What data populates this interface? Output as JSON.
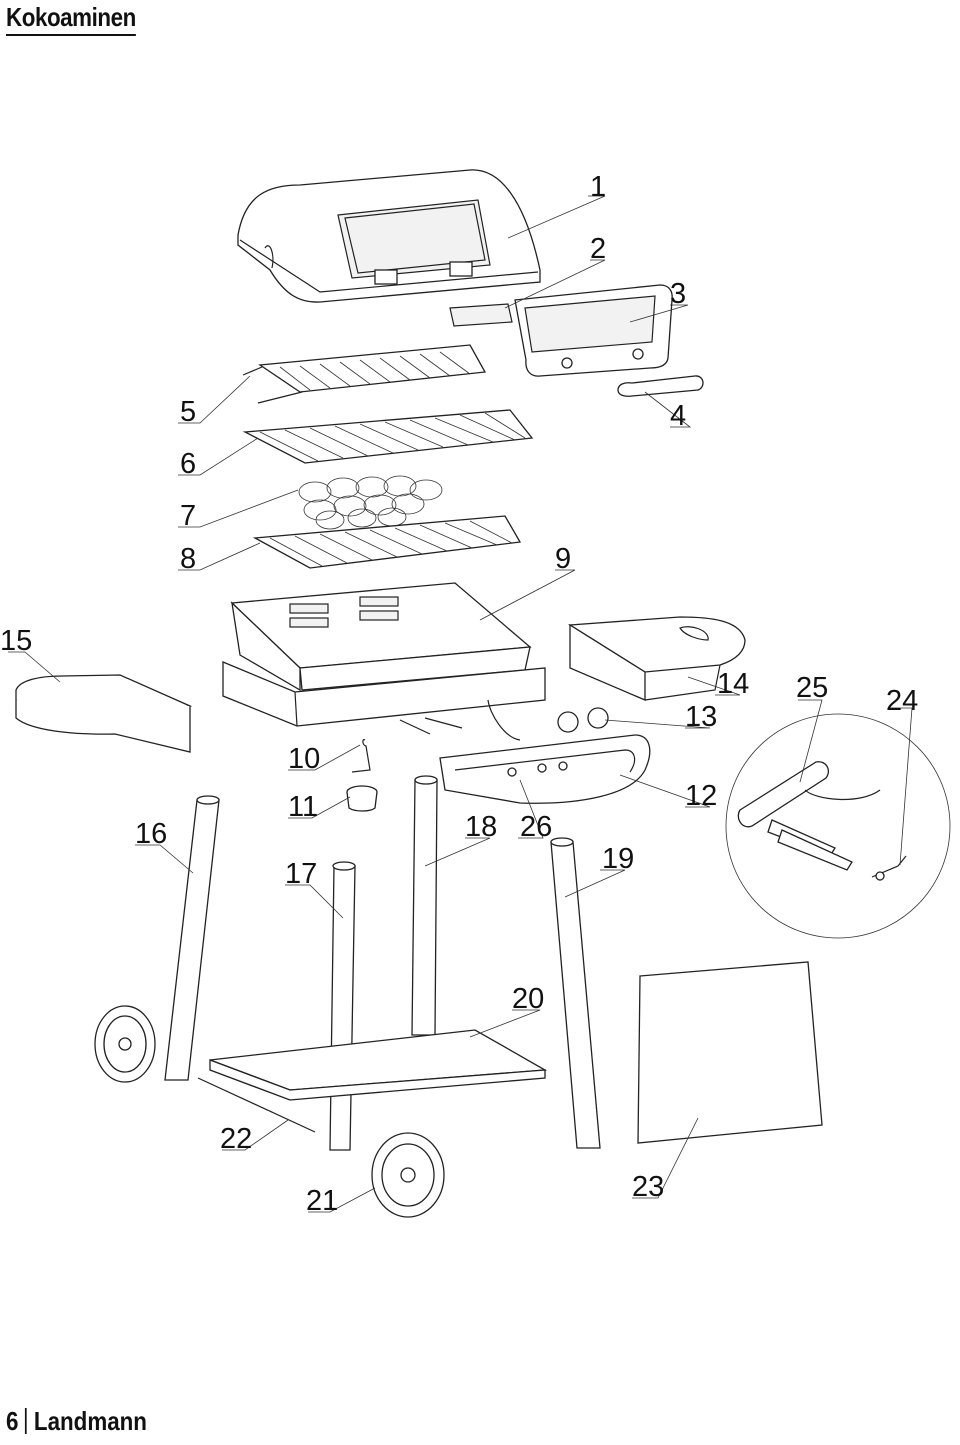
{
  "page": {
    "title": "Kokoaminen",
    "page_number": "6",
    "brand": "Landmann"
  },
  "callouts": [
    {
      "id": "c1",
      "label": "1"
    },
    {
      "id": "c2",
      "label": "2"
    },
    {
      "id": "c3",
      "label": "3"
    },
    {
      "id": "c4",
      "label": "4"
    },
    {
      "id": "c5",
      "label": "5"
    },
    {
      "id": "c6",
      "label": "6"
    },
    {
      "id": "c7",
      "label": "7"
    },
    {
      "id": "c8",
      "label": "8"
    },
    {
      "id": "c9",
      "label": "9"
    },
    {
      "id": "c10",
      "label": "10"
    },
    {
      "id": "c11",
      "label": "11"
    },
    {
      "id": "c12",
      "label": "12"
    },
    {
      "id": "c13",
      "label": "13"
    },
    {
      "id": "c14",
      "label": "14"
    },
    {
      "id": "c15",
      "label": "15"
    },
    {
      "id": "c16",
      "label": "16"
    },
    {
      "id": "c17",
      "label": "17"
    },
    {
      "id": "c18",
      "label": "18"
    },
    {
      "id": "c19",
      "label": "19"
    },
    {
      "id": "c20",
      "label": "20"
    },
    {
      "id": "c21",
      "label": "21"
    },
    {
      "id": "c22",
      "label": "22"
    },
    {
      "id": "c23",
      "label": "23"
    },
    {
      "id": "c24",
      "label": "24"
    },
    {
      "id": "c25",
      "label": "25"
    },
    {
      "id": "c26",
      "label": "26"
    }
  ]
}
